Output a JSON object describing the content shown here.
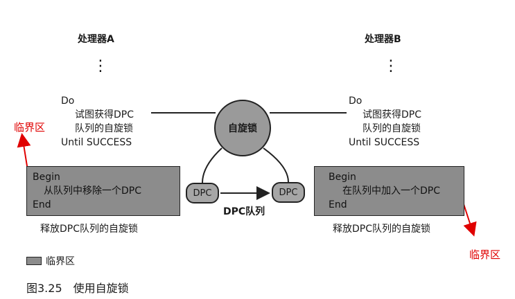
{
  "processor_a": {
    "title": "处理器A",
    "dots": "⋮",
    "code": {
      "do": "Do",
      "try_line1": "试图获得DPC",
      "try_line2": "队列的自旋锁",
      "until": "Until SUCCESS"
    },
    "critical": {
      "begin": "Begin",
      "action": "从队列中移除一个DPC",
      "end": "End"
    },
    "release": "释放DPC队列的自旋锁"
  },
  "processor_b": {
    "title": "处理器B",
    "dots": "⋮",
    "code": {
      "do": "Do",
      "try_line1": "试图获得DPC",
      "try_line2": "队列的自旋锁",
      "until": "Until SUCCESS"
    },
    "critical": {
      "begin": "Begin",
      "action": "在队列中加入一个DPC",
      "end": "End"
    },
    "release": "释放DPC队列的自旋锁"
  },
  "spinlock_label": "自旋锁",
  "dpc_queue": {
    "node_left": "DPC",
    "node_right": "DPC",
    "label": "DPC队列"
  },
  "annotations": {
    "left_critical": "临界区",
    "right_critical": "临界区"
  },
  "legend": {
    "label": "临界区"
  },
  "caption": {
    "number": "图3.25",
    "text": "使用自旋锁"
  },
  "colors": {
    "critical_fill": "#8c8c8c",
    "annotation_red": "#e00000"
  }
}
